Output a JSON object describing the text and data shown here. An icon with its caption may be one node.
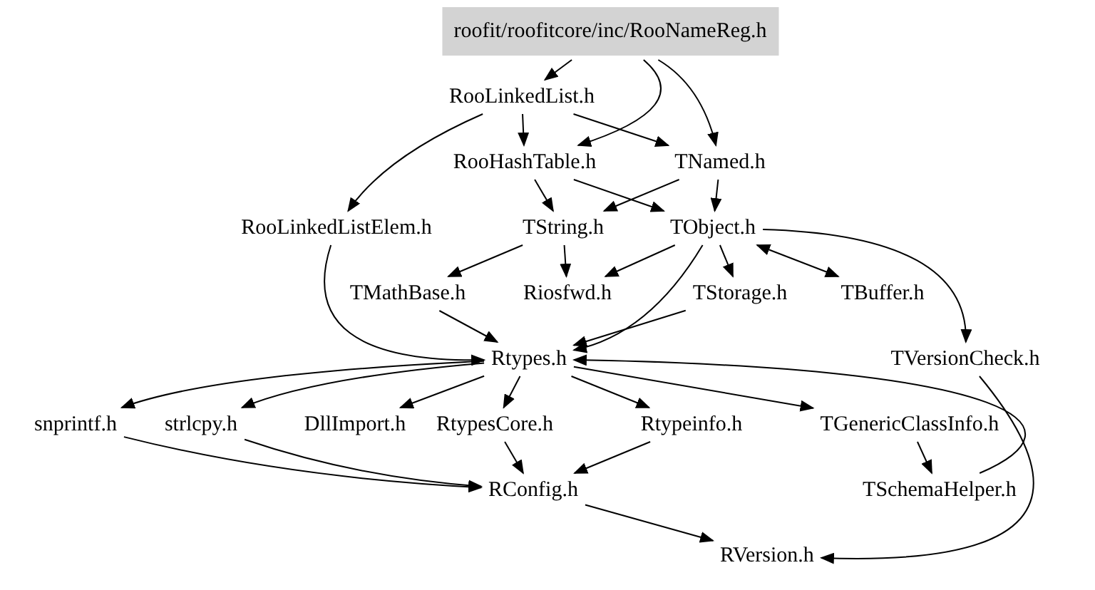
{
  "diagram": {
    "nodes": [
      {
        "text": [
          "roofit/roofitcore/inc/RooNameReg.h"
        ]
      },
      {
        "text": [
          "RooLinkedList.h"
        ]
      },
      {
        "text": [
          "RooHashTable.h"
        ]
      },
      {
        "text": [
          "TNamed.h"
        ]
      },
      {
        "text": [
          "RooLinkedListElem.h"
        ]
      },
      {
        "text": [
          "TString.h"
        ]
      },
      {
        "text": [
          "TObject.h"
        ]
      },
      {
        "text": [
          "TMathBase.h"
        ]
      },
      {
        "text": [
          "Riosfwd.h"
        ]
      },
      {
        "text": [
          "TStorage.h"
        ]
      },
      {
        "text": [
          "TBuffer.h"
        ]
      },
      {
        "text": [
          "Rtypes.h"
        ]
      },
      {
        "text": [
          "TVersionCheck.h"
        ]
      },
      {
        "text": [
          "snprintf.h"
        ]
      },
      {
        "text": [
          "strlcpy.h"
        ]
      },
      {
        "text": [
          "DllImport.h"
        ]
      },
      {
        "text": [
          "RtypesCore.h"
        ]
      },
      {
        "text": [
          "Rtypeinfo.h"
        ]
      },
      {
        "text": [
          "TGenericClassInfo.h"
        ]
      },
      {
        "text": [
          "RConfig.h"
        ]
      },
      {
        "text": [
          "TSchemaHelper.h"
        ]
      },
      {
        "text": [
          "RVersion.h"
        ]
      }
    ],
    "edges": [
      {
        "from": 0,
        "to": 1,
        "arrow": "to"
      },
      {
        "from": 0,
        "to": 2,
        "arrow": "to"
      },
      {
        "from": 0,
        "to": 3,
        "arrow": "to"
      },
      {
        "from": 1,
        "to": 4,
        "arrow": "to"
      },
      {
        "from": 1,
        "to": 2,
        "arrow": "to"
      },
      {
        "from": 1,
        "to": 3,
        "arrow": "to"
      },
      {
        "from": 2,
        "to": 5,
        "arrow": "to"
      },
      {
        "from": 2,
        "to": 6,
        "arrow": "to"
      },
      {
        "from": 3,
        "to": 5,
        "arrow": "to"
      },
      {
        "from": 3,
        "to": 6,
        "arrow": "to"
      },
      {
        "from": 4,
        "to": 11,
        "arrow": "to"
      },
      {
        "from": 5,
        "to": 7,
        "arrow": "to"
      },
      {
        "from": 5,
        "to": 8,
        "arrow": "to"
      },
      {
        "from": 6,
        "to": 8,
        "arrow": "to"
      },
      {
        "from": 6,
        "to": 11,
        "arrow": "to"
      },
      {
        "from": 6,
        "to": 9,
        "arrow": "to"
      },
      {
        "from": 6,
        "to": 10,
        "arrow": "both"
      },
      {
        "from": 6,
        "to": 12,
        "arrow": "to"
      },
      {
        "from": 7,
        "to": 11,
        "arrow": "to"
      },
      {
        "from": 9,
        "to": 11,
        "arrow": "to"
      },
      {
        "from": 11,
        "to": 13,
        "arrow": "to"
      },
      {
        "from": 11,
        "to": 14,
        "arrow": "to"
      },
      {
        "from": 11,
        "to": 15,
        "arrow": "to"
      },
      {
        "from": 11,
        "to": 16,
        "arrow": "to"
      },
      {
        "from": 11,
        "to": 17,
        "arrow": "to"
      },
      {
        "from": 11,
        "to": 18,
        "arrow": "to"
      },
      {
        "from": 12,
        "to": 21,
        "arrow": "to"
      },
      {
        "from": 13,
        "to": 19,
        "arrow": "to"
      },
      {
        "from": 14,
        "to": 19,
        "arrow": "to"
      },
      {
        "from": 16,
        "to": 19,
        "arrow": "to"
      },
      {
        "from": 17,
        "to": 19,
        "arrow": "to"
      },
      {
        "from": 18,
        "to": 20,
        "arrow": "to"
      },
      {
        "from": 19,
        "to": 21,
        "arrow": "to"
      },
      {
        "from": 20,
        "to": 11,
        "arrow": "to"
      }
    ]
  }
}
